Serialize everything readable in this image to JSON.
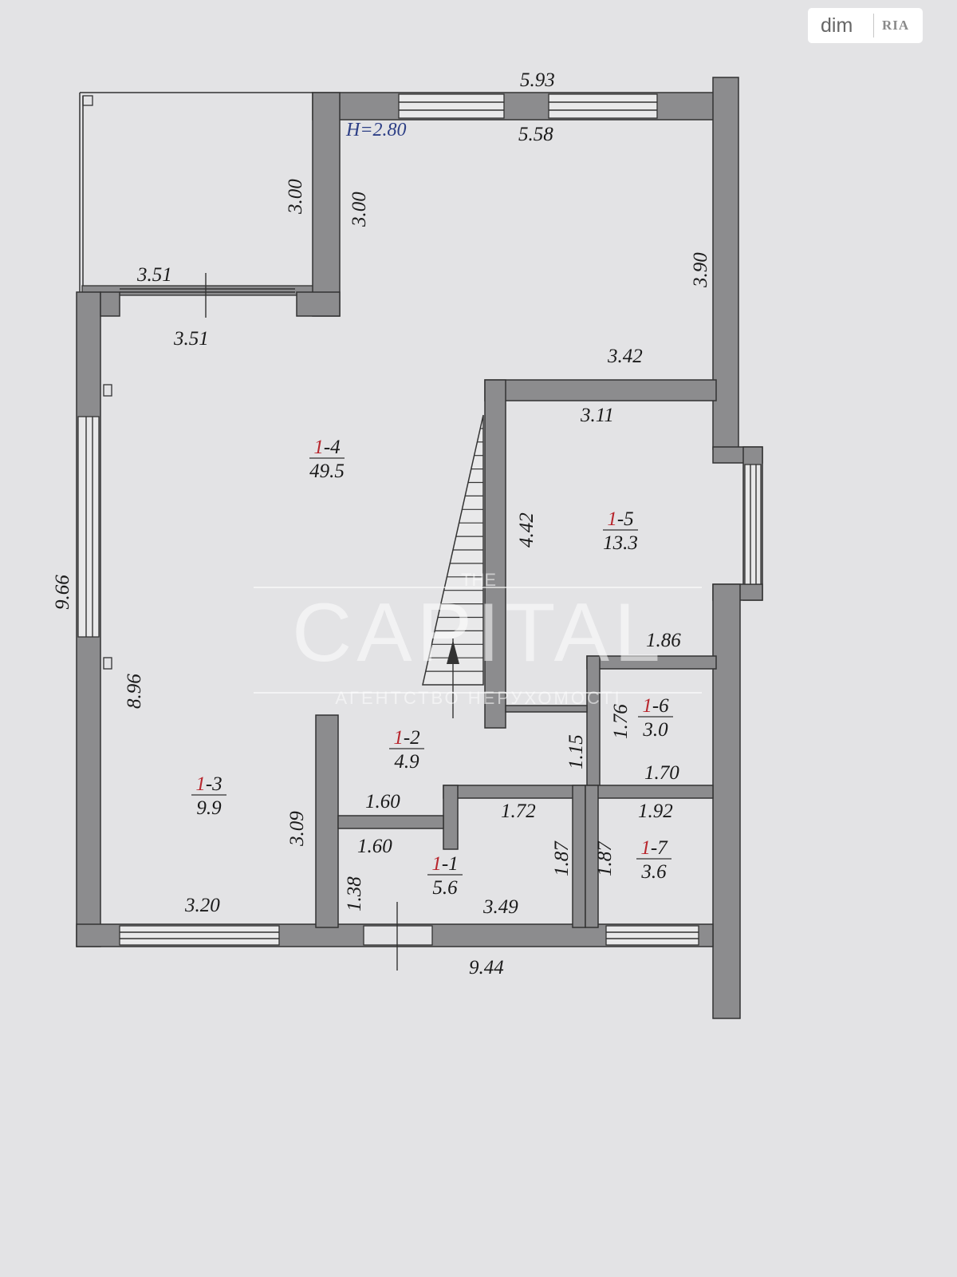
{
  "logo": {
    "dim": "dim",
    "ria": "RIA"
  },
  "watermark": {
    "top": "THE",
    "main": "CAPITAL",
    "sub": "АГЕНТСТВО НЕРУХОМОСТІ"
  },
  "height_label": "H=2.80",
  "rooms": [
    {
      "id": "1-4",
      "floor": "1",
      "num": "4",
      "area": "49.5"
    },
    {
      "id": "1-5",
      "floor": "1",
      "num": "5",
      "area": "13.3"
    },
    {
      "id": "1-6",
      "floor": "1",
      "num": "6",
      "area": "3.0"
    },
    {
      "id": "1-2",
      "floor": "1",
      "num": "2",
      "area": "4.9"
    },
    {
      "id": "1-3",
      "floor": "1",
      "num": "3",
      "area": "9.9"
    },
    {
      "id": "1-1",
      "floor": "1",
      "num": "1",
      "area": "5.6"
    },
    {
      "id": "1-7",
      "floor": "1",
      "num": "7",
      "area": "3.6"
    }
  ],
  "dimensions": {
    "top_outer": "5.93",
    "top_inner": "5.58",
    "terrace_height": "3.00",
    "room4_left_height": "3.00",
    "terrace_width": "3.51",
    "room4_top_width": "3.51",
    "right_upper_height": "3.90",
    "room4_right_width": "3.42",
    "room5_top_width": "3.11",
    "room5_left_height": "4.42",
    "room5_bottom_width": "1.86",
    "left_outer_height": "9.66",
    "left_inner_height": "8.96",
    "room6_height": "1.76",
    "room6_width": "1.70",
    "room2_right_height": "1.15",
    "room2_bottom_width": "1.60",
    "room3_right_height": "3.09",
    "room1_top_left": "1.60",
    "room1_top_right": "1.72",
    "room1_right_height": "1.87",
    "room7_left_height": "1.87",
    "room7_top_width": "1.92",
    "room1_left_height": "1.38",
    "room1_bottom_width": "3.49",
    "room3_bottom_width": "3.20",
    "bottom_outer": "9.44"
  }
}
